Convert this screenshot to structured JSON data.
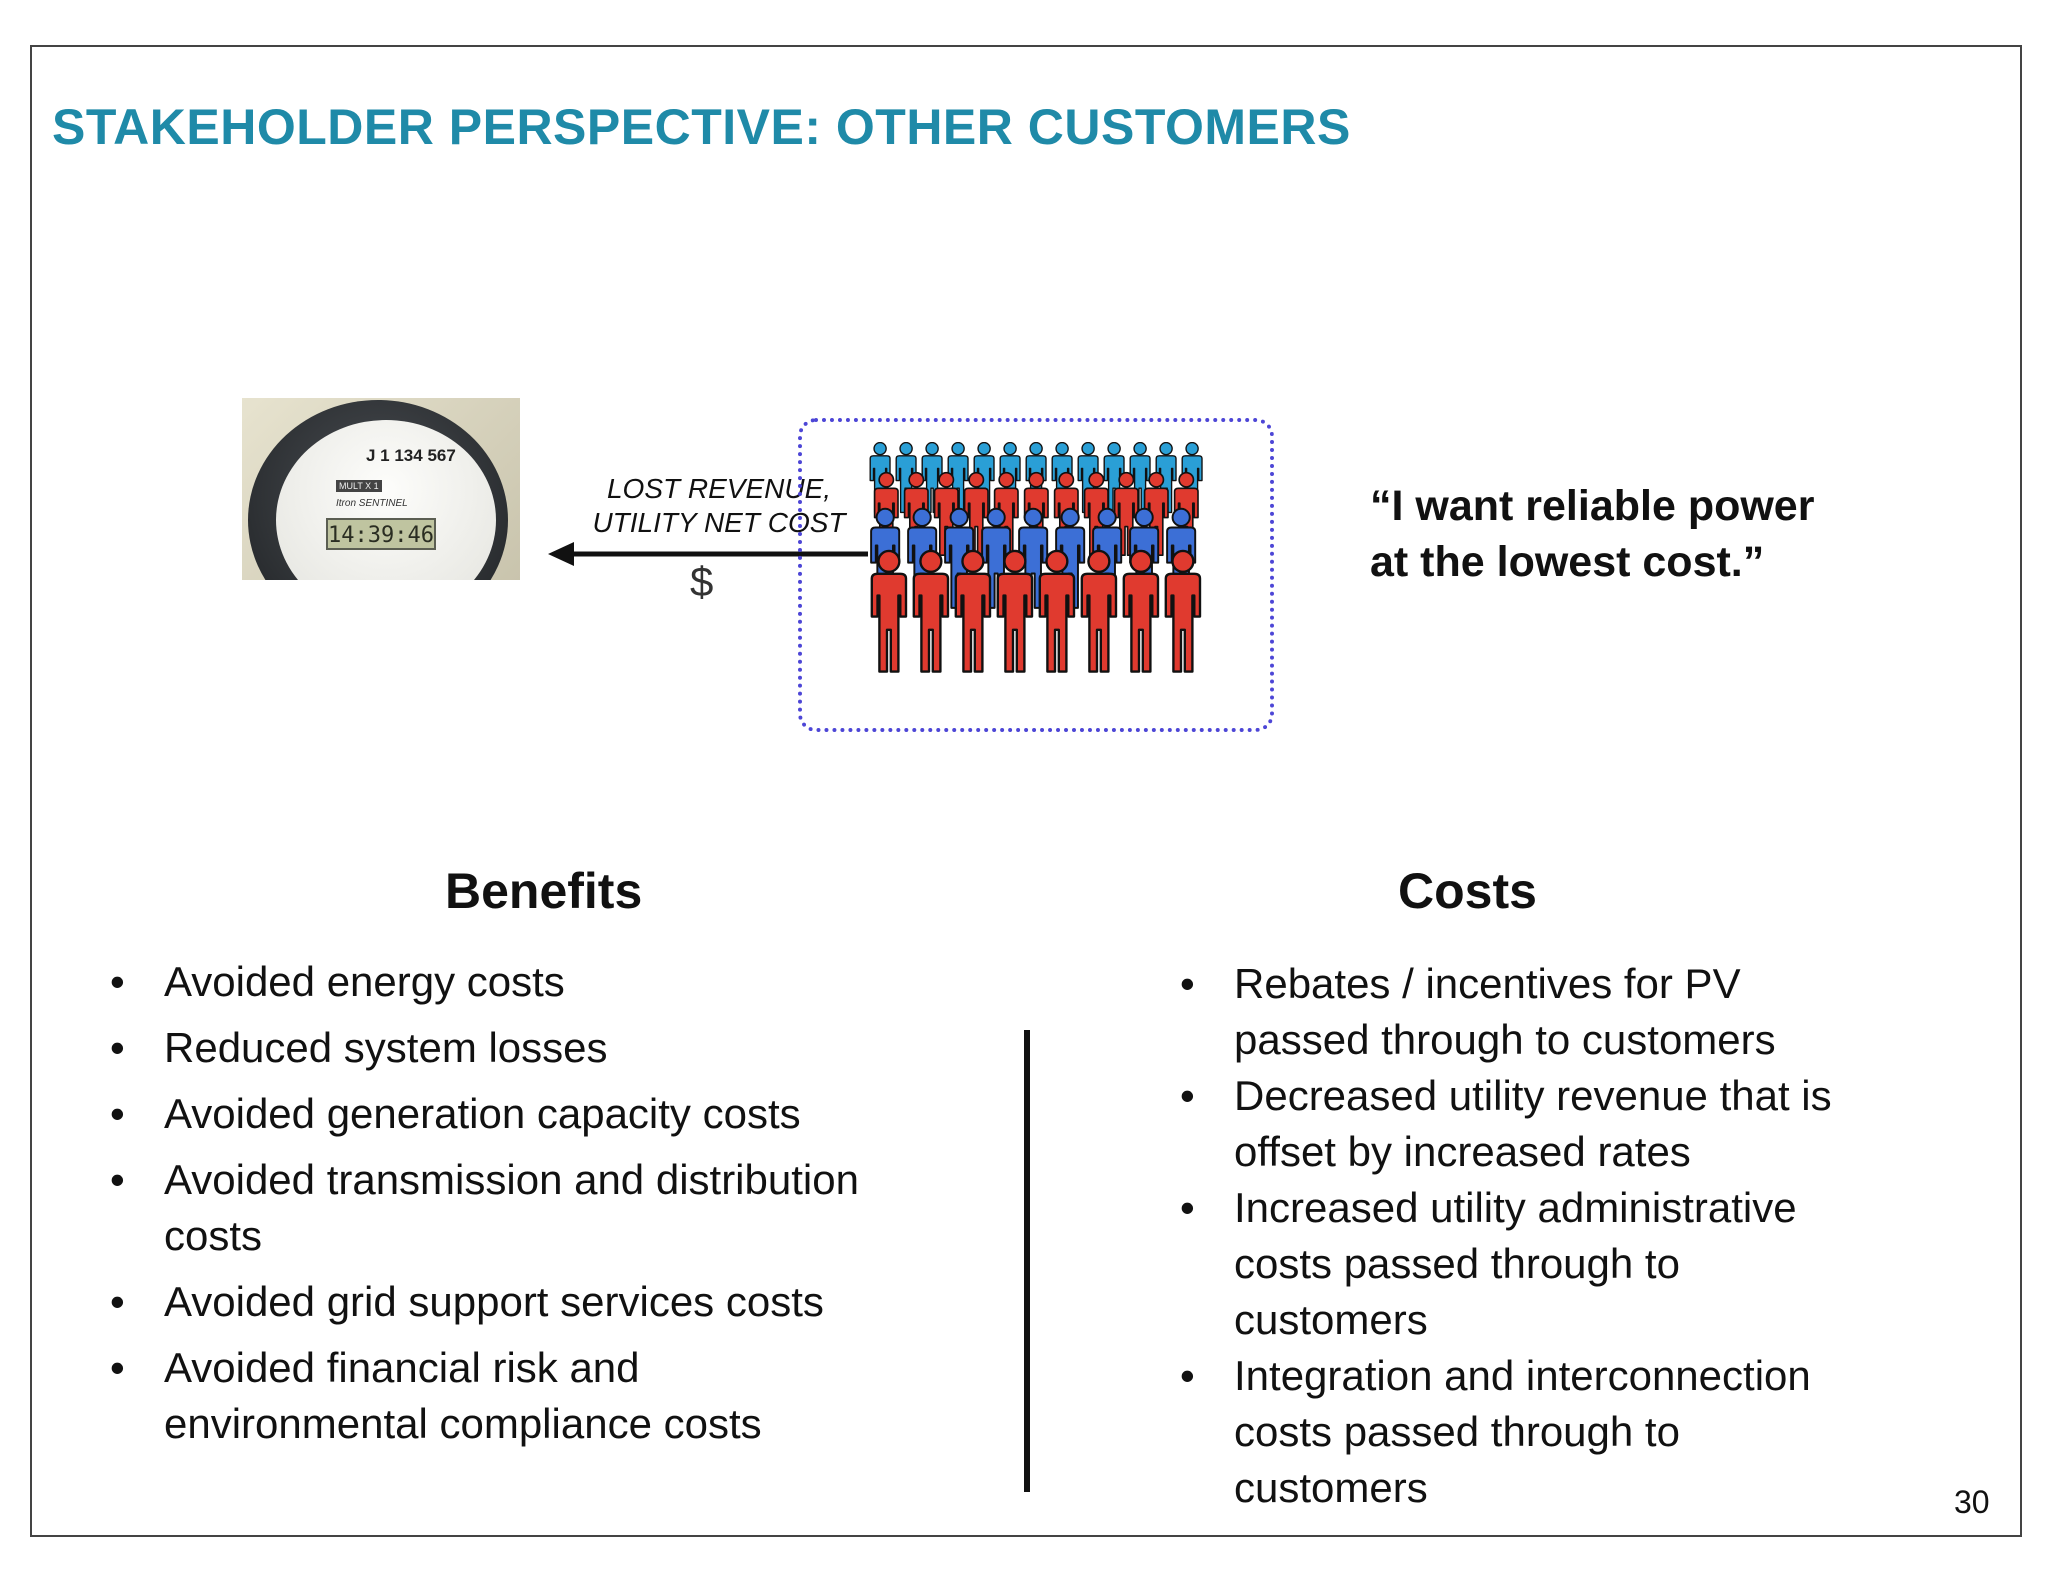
{
  "slide": {
    "title": "STAKEHOLDER PERSPECTIVE:  OTHER CUSTOMERS",
    "page_number": "30"
  },
  "diagram": {
    "meter": {
      "brand": "J 1 134 567",
      "label": "MULT X 1",
      "maker": "Itron SENTINEL",
      "display": "14:39:46"
    },
    "flow_label": [
      "LOST REVENUE,",
      "UTILITY NET COST"
    ],
    "currency_symbol": "$"
  },
  "quote": [
    "“I want reliable power",
    "at the lowest cost.”"
  ],
  "benefits": {
    "heading": "Benefits",
    "items": [
      [
        "Avoided energy costs"
      ],
      [
        "Reduced system losses"
      ],
      [
        "Avoided generation capacity costs"
      ],
      [
        "Avoided transmission and distribution",
        "costs"
      ],
      [
        "Avoided grid support services costs"
      ],
      [
        "Avoided financial risk and",
        "environmental compliance costs"
      ]
    ]
  },
  "costs": {
    "heading": "Costs",
    "items": [
      [
        "Rebates / incentives for PV",
        "passed through to customers"
      ],
      [
        "Decreased utility revenue that is",
        "offset by increased rates"
      ],
      [
        "Increased utility administrative",
        "costs passed through to",
        "customers"
      ],
      [
        "Integration and interconnection",
        "costs passed through to",
        "customers"
      ]
    ]
  },
  "colors": {
    "title": "#1f8aa8",
    "dotted_border": "#4d46d6",
    "crowd": [
      "#2a9fd6",
      "#e03a2f",
      "#f2a11c",
      "#7fb13c",
      "#8e5aa8",
      "#f06b9a",
      "#1fb5a8",
      "#ffd23f",
      "#3c6fd6",
      "#ff7f27"
    ]
  },
  "icons": {
    "meter": "electric-meter-image",
    "crowd": "crowd-of-people-icon",
    "arrow": "left-arrow-icon"
  }
}
